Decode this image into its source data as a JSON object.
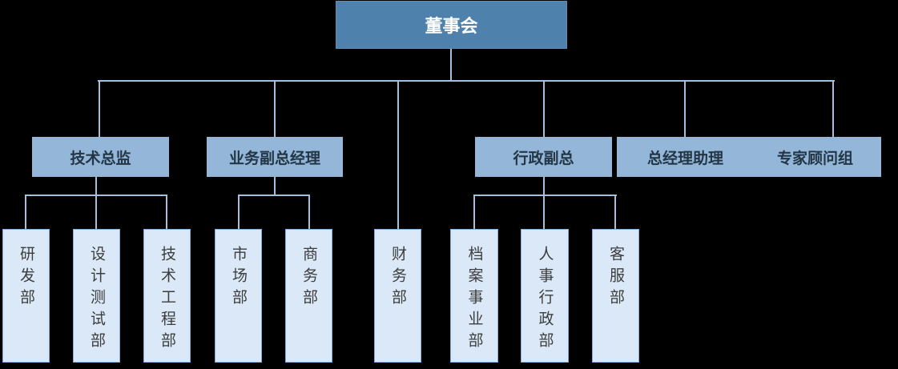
{
  "colors": {
    "background": "#000000",
    "connector": "#A4C0DD",
    "level1_fill": "#4E81AC",
    "level1_border": "#5F8DB4",
    "level1_text": "#FFFFFF",
    "level2_fill": "#93B6D9",
    "level2_text": "#233645",
    "level3_fill": "#DAE8F7",
    "level3_border": "#82ABD6",
    "level3_text": "#3D3D3D"
  },
  "org": {
    "root": {
      "label": "董事会"
    },
    "managers": [
      {
        "label": "技术总监"
      },
      {
        "label": "业务副总经理"
      },
      {
        "label": "行政副总"
      },
      {
        "label": "总经理助理"
      },
      {
        "label": "专家顾问组"
      }
    ],
    "departments": [
      {
        "label": "研发部"
      },
      {
        "label": "设计测试部"
      },
      {
        "label": "技术工程部"
      },
      {
        "label": "市场部"
      },
      {
        "label": "商务部"
      },
      {
        "label": "财务部"
      },
      {
        "label": "档案事业部"
      },
      {
        "label": "人事行政部"
      },
      {
        "label": "客服部"
      }
    ]
  }
}
